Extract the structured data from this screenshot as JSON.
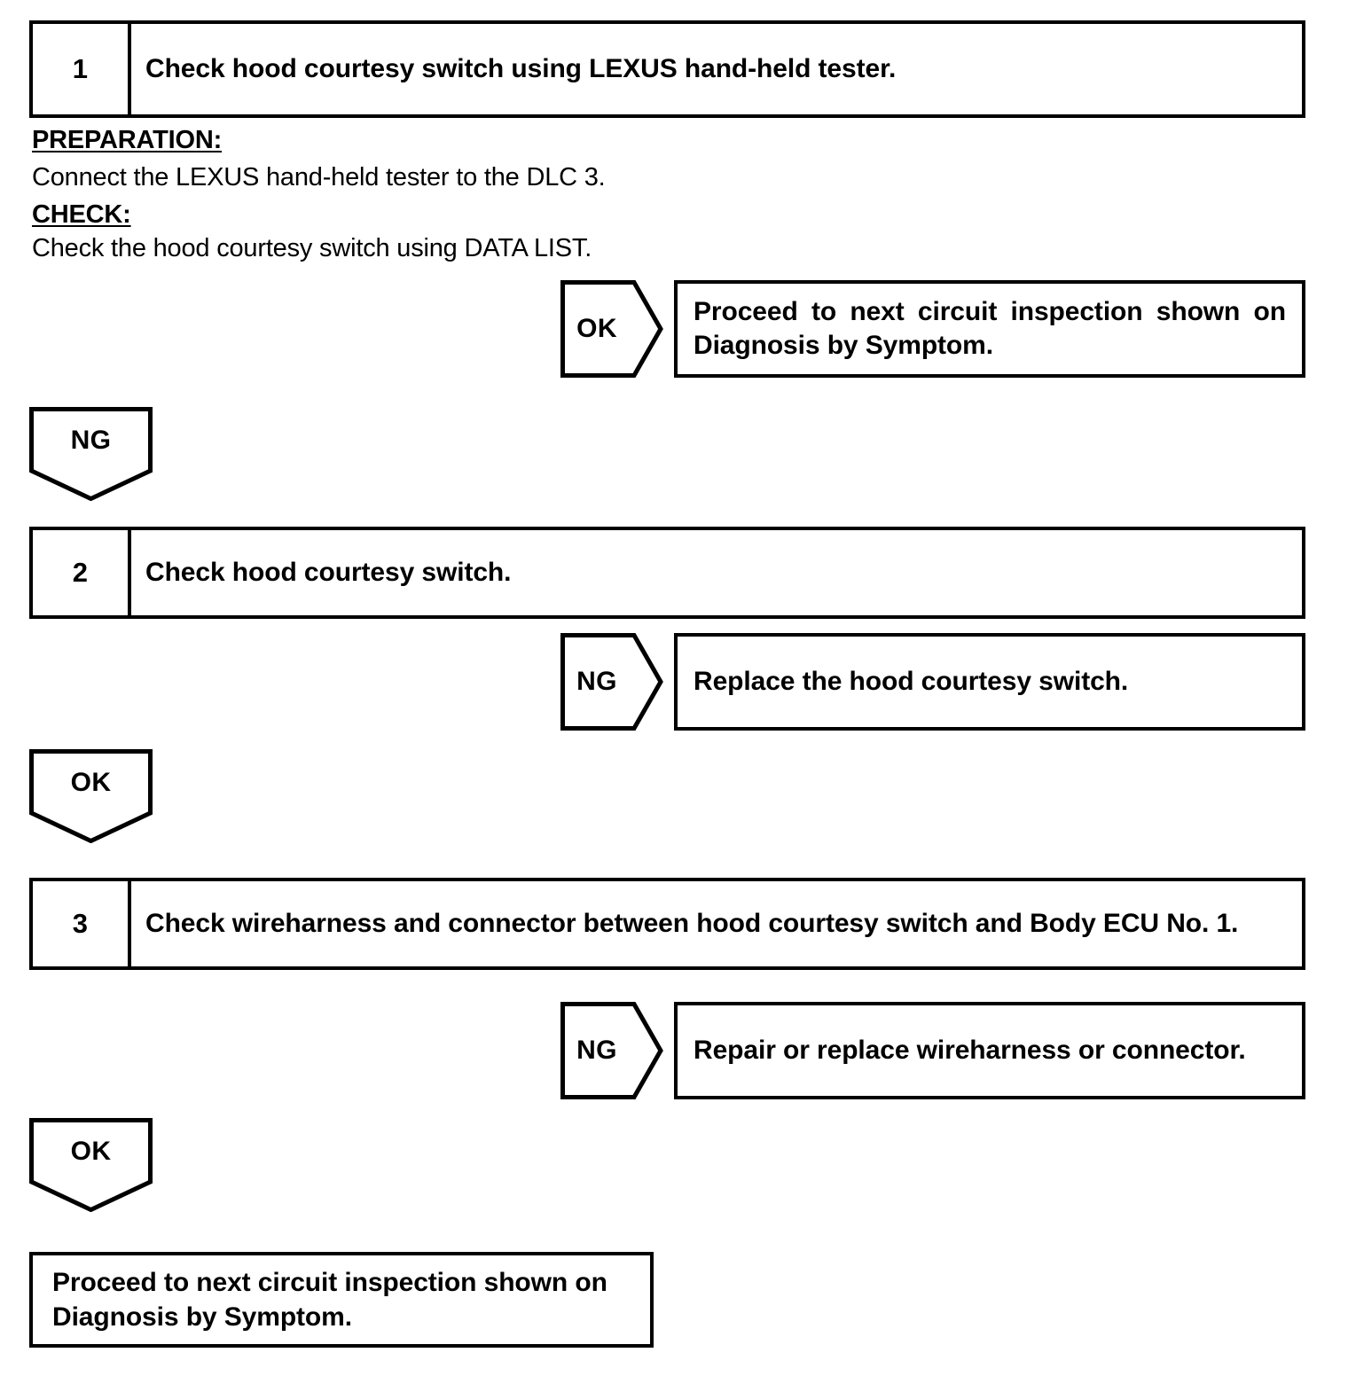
{
  "document": {
    "type": "automotive-diagnostic-flowchart",
    "title": "Hood Courtesy Switch Circuit Inspection"
  },
  "steps": [
    {
      "number": "1",
      "text": "Check hood courtesy switch using LEXUS hand-held tester."
    },
    {
      "number": "2",
      "text": "Check hood courtesy switch."
    },
    {
      "number": "3",
      "text": "Check wireharness and connector between hood courtesy switch and Body ECU No. 1."
    }
  ],
  "notes": {
    "preparation_label": "PREPARATION:",
    "preparation_text": "Connect the LEXUS hand-held tester to the DLC 3.",
    "check_label": "CHECK:",
    "check_text": "Check the hood courtesy switch using DATA LIST."
  },
  "branches": {
    "step1_ok": {
      "result": "OK",
      "action": "Proceed to next circuit inspection shown on Diagnosis by Symptom."
    },
    "step1_ng": {
      "result": "NG"
    },
    "step2_ng": {
      "result": "NG",
      "action": "Replace the hood courtesy switch."
    },
    "step2_ok": {
      "result": "OK"
    },
    "step3_ng": {
      "result": "NG",
      "action": "Repair or replace wireharness or connector."
    },
    "step3_ok": {
      "result": "OK"
    }
  },
  "terminal": {
    "text": "Proceed to next circuit inspection shown on Diagnosis by Symptom."
  },
  "colors": {
    "ink": "#000000",
    "paper": "#ffffff"
  }
}
